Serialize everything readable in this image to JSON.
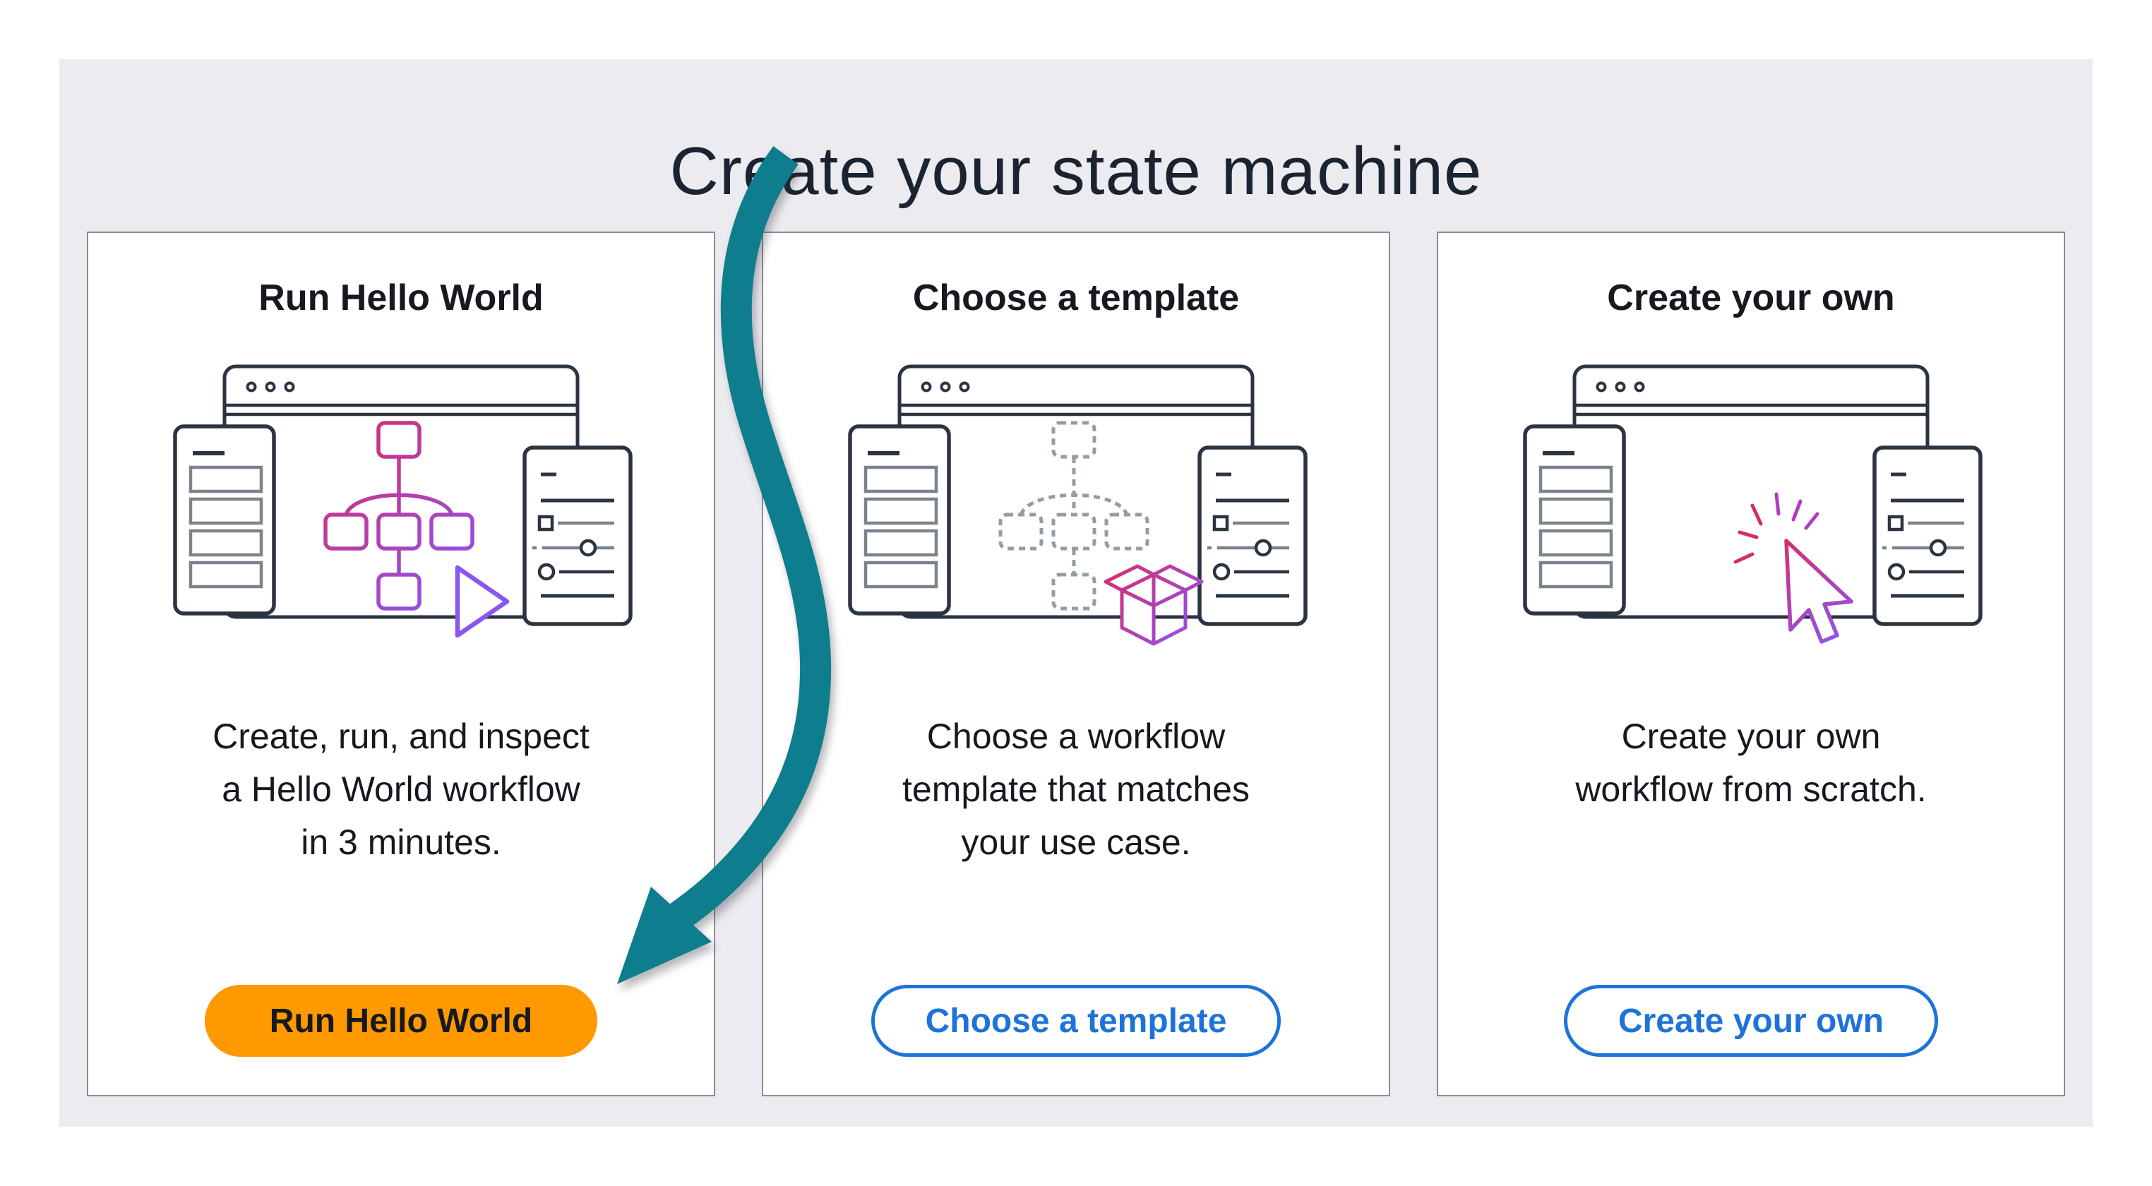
{
  "page": {
    "title": "Create your state machine"
  },
  "cards": [
    {
      "title": "Run Hello World",
      "description_lines": [
        "Create, run, and inspect",
        "a Hello World workflow",
        "in 3 minutes."
      ],
      "button_label": "Run Hello World",
      "button_style": "primary",
      "illustration": "workflow-builder-with-play-icon"
    },
    {
      "title": "Choose a template",
      "description_lines": [
        "Choose a workflow",
        "template that matches",
        "your use case."
      ],
      "button_label": "Choose a template",
      "button_style": "secondary",
      "illustration": "dashed-workflow-with-open-box-icon"
    },
    {
      "title": "Create your own",
      "description_lines": [
        "Create your own",
        "workflow from scratch."
      ],
      "button_label": "Create your own",
      "button_style": "secondary",
      "illustration": "blank-canvas-with-cursor-click-icon"
    }
  ],
  "annotation": {
    "arrow_description": "teal curved arrow from below the title pointing to the Run Hello World button"
  },
  "colors": {
    "panel_bg": "#ebebf0",
    "card_border": "#8d8d95",
    "text": "#16191f",
    "primary_bg": "#ff9900",
    "primary_text": "#16191f",
    "secondary": "#1d73d9",
    "arrow": "#0e7d8d",
    "ill_ink": "#2b3440",
    "ill_gray": "#7b838d",
    "dash_gray": "#949ca5",
    "grad_pink": "#d92d6a",
    "grad_purple": "#8a55f5",
    "spark_pink": "#cf2f63",
    "spark_magenta": "#b33bbf"
  }
}
